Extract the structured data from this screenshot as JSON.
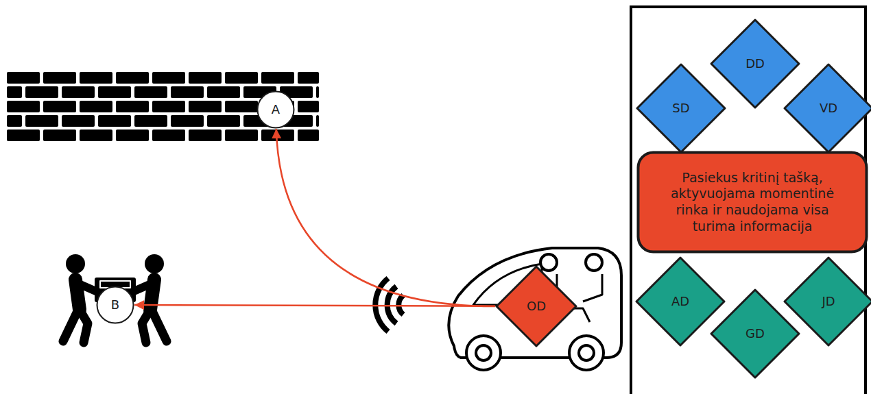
{
  "diagram": {
    "nodes": [
      {
        "text": [
          "A"
        ]
      },
      {
        "text": [
          "B"
        ]
      },
      {
        "text": [
          "OD"
        ]
      },
      {
        "text": [
          "DD"
        ]
      },
      {
        "text": [
          "SD"
        ]
      },
      {
        "text": [
          "VD"
        ]
      },
      {
        "text": [
          "Pasiekus kritinį tašką, aktyvuojama momentinė rinka ir naudojama visa turima informacija"
        ]
      },
      {
        "text": [
          "AD"
        ]
      },
      {
        "text": [
          "GD"
        ]
      },
      {
        "text": [
          "JD"
        ]
      }
    ],
    "edges": [
      {
        "from": 2,
        "to": 0,
        "arrow": "to"
      },
      {
        "from": 2,
        "to": 1,
        "arrow": "to"
      }
    ]
  }
}
